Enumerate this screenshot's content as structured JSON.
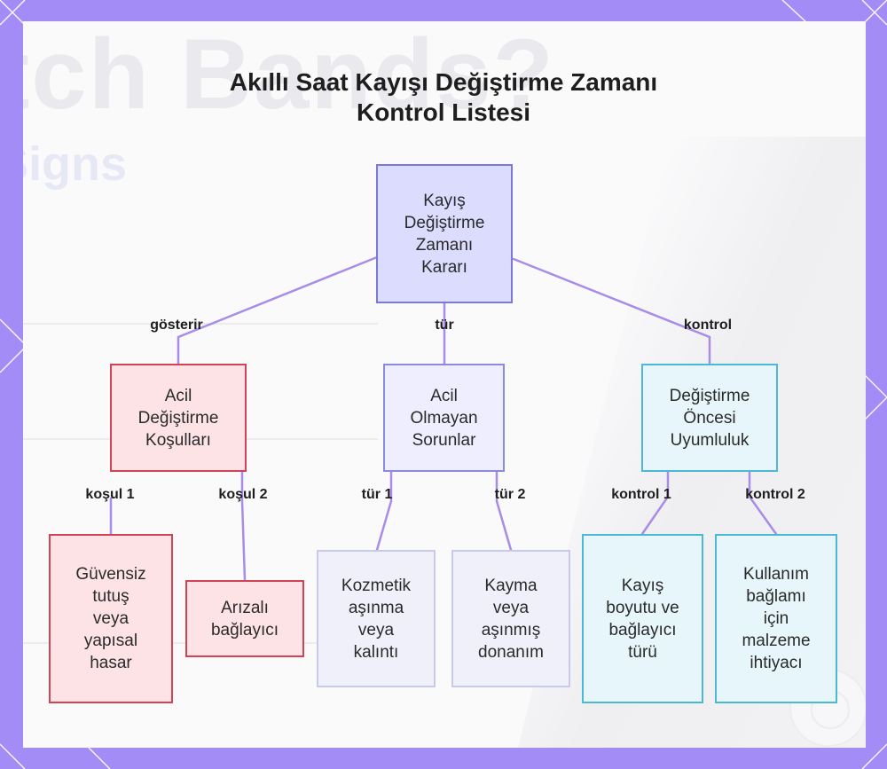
{
  "title": {
    "line1": "Akıllı Saat Kayışı Değiştirme Zamanı",
    "line2": "Kontrol Listesi"
  },
  "colors": {
    "frame": "#a48cf6",
    "root_fill": "#dcdcff",
    "root_border": "#7a7ad6",
    "urgent_fill": "#fde3e6",
    "urgent_border": "#d24356",
    "nonurgent_fill": "#eeeeff",
    "nonurgent_border": "#8a8adf",
    "compat_fill": "#e6f6fa",
    "compat_border": "#4bb8d6",
    "connector": "#a88ce8"
  },
  "nodes": {
    "root": [
      "Kayış",
      "Değiştirme",
      "Zamanı",
      "Kararı"
    ],
    "urgent": [
      "Acil",
      "Değiştirme",
      "Koşulları"
    ],
    "nonurgent": [
      "Acil",
      "Olmayan",
      "Sorunlar"
    ],
    "compat": [
      "Değiştirme",
      "Öncesi",
      "Uyumluluk"
    ],
    "unsafe": [
      "Güvensiz",
      "tutuş",
      "veya",
      "yapısal",
      "hasar"
    ],
    "connector": [
      "Arızalı",
      "bağlayıcı"
    ],
    "cosmetic": [
      "Kozmetik",
      "aşınma",
      "veya",
      "kalıntı"
    ],
    "slip": [
      "Kayma",
      "veya",
      "aşınmış",
      "donanım"
    ],
    "size": [
      "Kayış",
      "boyutu ve",
      "bağlayıcı",
      "türü"
    ],
    "material": [
      "Kullanım",
      "bağlamı",
      "için",
      "malzeme",
      "ihtiyacı"
    ]
  },
  "edges": {
    "shows": "gösterir",
    "type": "tür",
    "check": "kontrol",
    "cond1": "koşul 1",
    "cond2": "koşul 2",
    "type1": "tür 1",
    "type2": "tür 2",
    "check1": "kontrol 1",
    "check2": "kontrol 2"
  }
}
